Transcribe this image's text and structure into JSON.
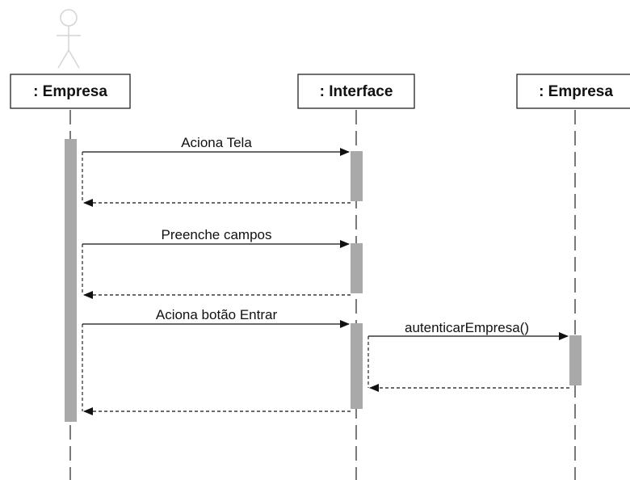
{
  "participants": [
    {
      "label": ": Empresa"
    },
    {
      "label": ": Interface"
    },
    {
      "label": ": Empresa"
    }
  ],
  "messages": [
    {
      "label": "Aciona Tela"
    },
    {
      "label": "Preenche campos"
    },
    {
      "label": "Aciona botão Entrar"
    },
    {
      "label": "autenticarEmpresa()"
    }
  ],
  "colors": {
    "activation": "#a9a9a9",
    "line": "#111111",
    "actor": "#d4d4d4"
  }
}
